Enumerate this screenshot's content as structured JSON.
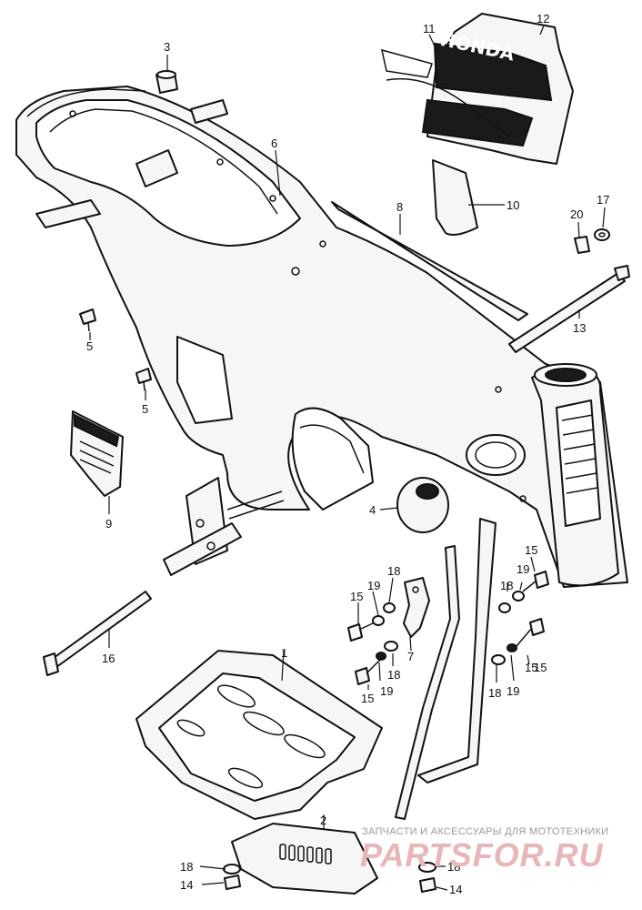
{
  "callouts": [
    {
      "id": "c3",
      "label": "3"
    },
    {
      "id": "c6",
      "label": "6"
    },
    {
      "id": "c11",
      "label": "11"
    },
    {
      "id": "c12",
      "label": "12"
    },
    {
      "id": "c8",
      "label": "8"
    },
    {
      "id": "c10",
      "label": "10"
    },
    {
      "id": "c17",
      "label": "17"
    },
    {
      "id": "c20",
      "label": "20"
    },
    {
      "id": "c13",
      "label": "13"
    },
    {
      "id": "c5a",
      "label": "5"
    },
    {
      "id": "c5b",
      "label": "5"
    },
    {
      "id": "c9",
      "label": "9"
    },
    {
      "id": "c4",
      "label": "4"
    },
    {
      "id": "c15a",
      "label": "15"
    },
    {
      "id": "c19a",
      "label": "19"
    },
    {
      "id": "c18a",
      "label": "18"
    },
    {
      "id": "c18b",
      "label": "18"
    },
    {
      "id": "c15b",
      "label": "15"
    },
    {
      "id": "c19b",
      "label": "19"
    },
    {
      "id": "c15c",
      "label": "15"
    },
    {
      "id": "c7",
      "label": "7"
    },
    {
      "id": "c18c",
      "label": "18"
    },
    {
      "id": "c15d",
      "label": "15"
    },
    {
      "id": "c19c",
      "label": "19"
    },
    {
      "id": "c16",
      "label": "16"
    },
    {
      "id": "c1",
      "label": "1"
    },
    {
      "id": "c18d",
      "label": "18"
    },
    {
      "id": "c19d",
      "label": "19"
    },
    {
      "id": "c15e",
      "label": "15"
    },
    {
      "id": "c2",
      "label": "2"
    },
    {
      "id": "c18e",
      "label": "18"
    },
    {
      "id": "c14a",
      "label": "14"
    },
    {
      "id": "c18f",
      "label": "18"
    },
    {
      "id": "c14b",
      "label": "14"
    }
  ],
  "emblem": {
    "brand_text": "HONDA"
  },
  "watermark": {
    "tagline": "ЗАПЧАСТИ И АКСЕССУАРЫ ДЛЯ МОТОТЕХНИКИ",
    "logo": "PARTSFOR.RU"
  }
}
